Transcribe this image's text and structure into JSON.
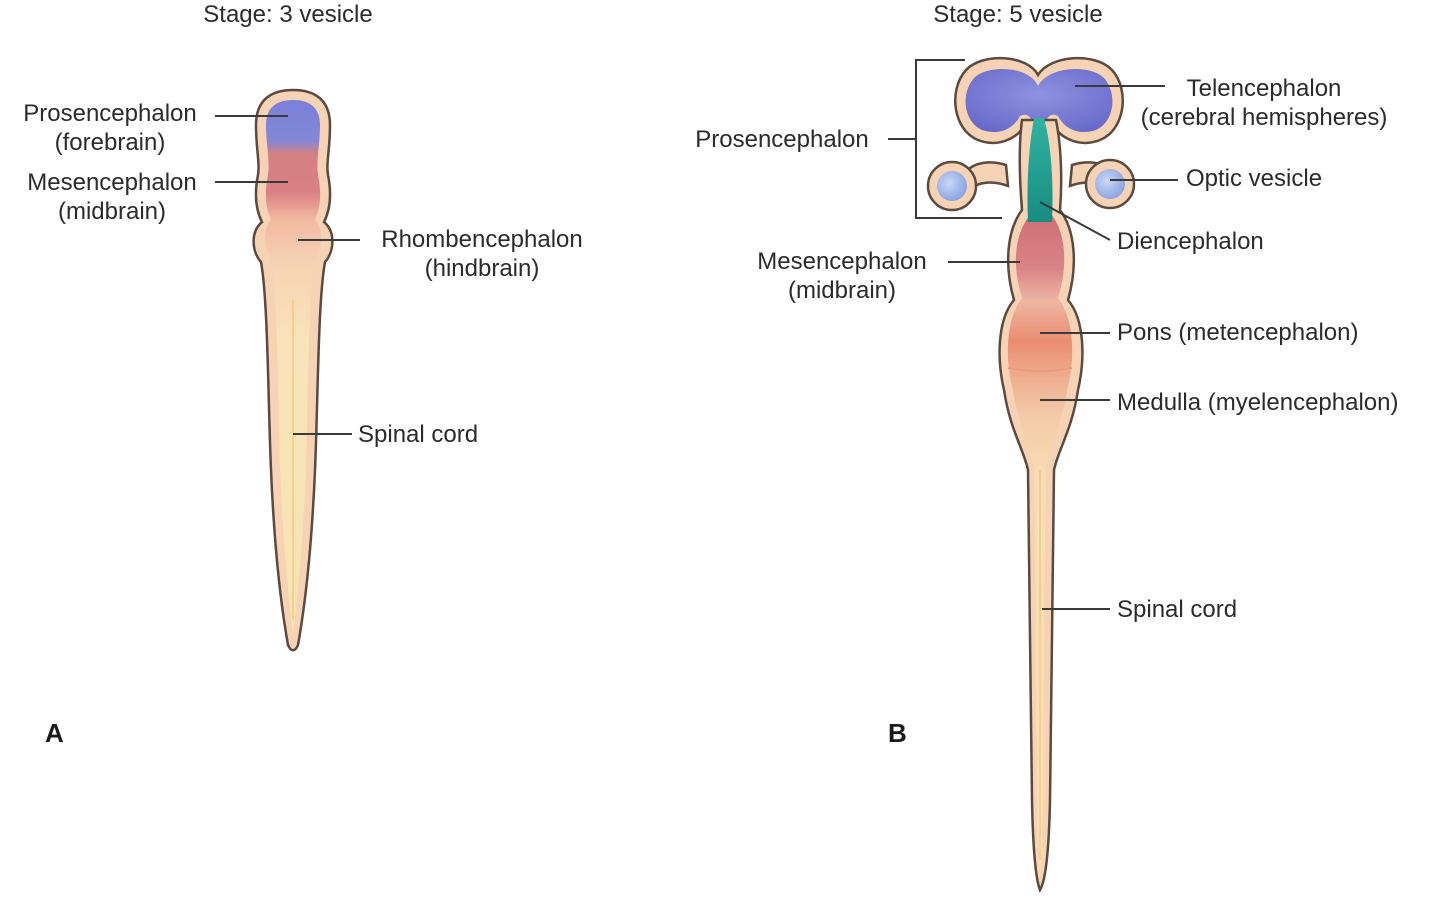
{
  "panel_a": {
    "title": "Stage: 3 vesicle",
    "panel_label": "A",
    "labels": {
      "prosencephalon": [
        "Prosencephalon",
        "(forebrain)"
      ],
      "mesencephalon": [
        "Mesencephalon",
        "(midbrain)"
      ],
      "rhombencephalon": [
        "Rhombencephalon",
        "(hindbrain)"
      ],
      "spinal_cord": "Spinal cord"
    }
  },
  "panel_b": {
    "title": "Stage: 5 vesicle",
    "panel_label": "B",
    "labels": {
      "prosencephalon": "Prosencephalon",
      "telencephalon": [
        "Telencephalon",
        "(cerebral hemispheres)"
      ],
      "optic_vesicle": "Optic vesicle",
      "diencephalon": "Diencephalon",
      "mesencephalon": [
        "Mesencephalon",
        "(midbrain)"
      ],
      "pons": "Pons (metencephalon)",
      "medulla": "Medulla (myelencephalon)",
      "spinal_cord": "Spinal cord"
    }
  },
  "colors": {
    "forebrain": "#7d80d6",
    "midbrain": "#d9787a",
    "hindbrain": "#f0a47c",
    "diencephalon": "#2aa89a",
    "optic": "#a9c0ea",
    "spinal": "#f8e2a8",
    "wall": "#f6d3b5"
  }
}
